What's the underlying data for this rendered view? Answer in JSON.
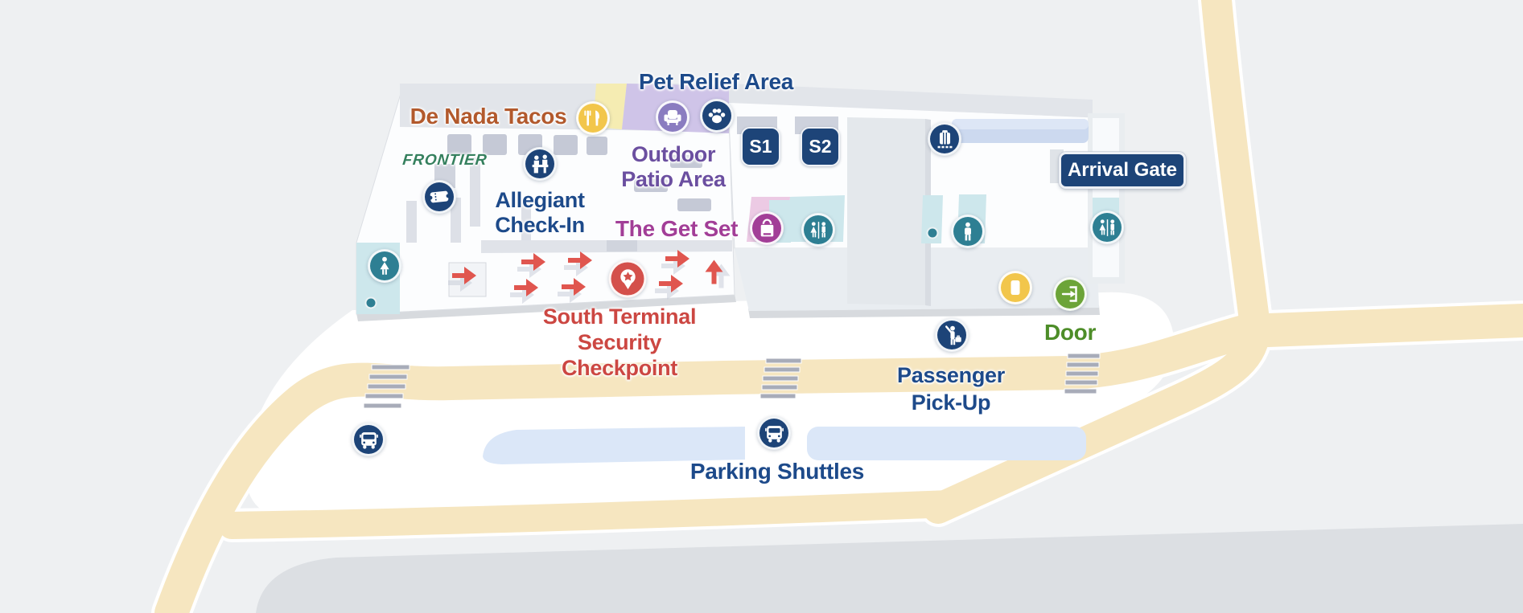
{
  "labels": {
    "pet_relief_area": "Pet Relief Area",
    "de_nada_tacos": "De Nada Tacos",
    "frontier_logo": "FRONTIER",
    "allegiant_line1": "Allegiant",
    "allegiant_line2": "Check-In",
    "outdoor_patio_line1": "Outdoor",
    "outdoor_patio_line2": "Patio Area",
    "the_get_set": "The Get Set",
    "security_line1": "South Terminal",
    "security_line2": "Security",
    "security_line3": "Checkpoint",
    "arrival_gate": "Arrival Gate",
    "door": "Door",
    "passenger_pickup_line1": "Passenger",
    "passenger_pickup_line2": "Pick-Up",
    "parking_shuttles": "Parking Shuttles",
    "gate_s1": "S1",
    "gate_s2": "S2"
  },
  "colors": {
    "background": "#eef0f2",
    "road": "#f6e6c0",
    "building_floor": "#fcfdfe",
    "building_wall": "#e2e5ea",
    "marker_navy": "#1d4478",
    "marker_teal": "#2e7f93",
    "marker_magenta": "#a23e97",
    "marker_purple": "#8a7cc0",
    "marker_yellow": "#f2c64b",
    "marker_green": "#6ca438",
    "marker_red": "#d4504b",
    "arrow_red": "#e0564f",
    "label_navy": "#1d4a8a",
    "label_red": "#cc4742",
    "label_violet": "#6b4fa0",
    "label_green": "#4d8d28",
    "label_brown": "#b2592c",
    "frontier_green": "#35805e",
    "shuttle_lane": "#dbe7f8",
    "pet_relief_patch": "#cfc4e8",
    "get_set_patch": "#eccae4",
    "restroom_patch": "#cde7ec"
  },
  "markers": [
    {
      "id": "restaurant",
      "icon": "utensils-icon",
      "color": "#f2c64b"
    },
    {
      "id": "patio-seating",
      "icon": "armchair-icon",
      "color": "#8a7cc0"
    },
    {
      "id": "pet-relief",
      "icon": "paw-icon",
      "color": "#1d4478"
    },
    {
      "id": "check-in-desk",
      "icon": "check-in-desk-icon",
      "color": "#1d4478"
    },
    {
      "id": "ticketing",
      "icon": "ticket-icon",
      "color": "#1d4478"
    },
    {
      "id": "shopping",
      "icon": "shopping-bag-icon",
      "color": "#a23e97"
    },
    {
      "id": "restroom-unisex-terminal",
      "icon": "restroom-icon",
      "color": "#2e7f93"
    },
    {
      "id": "restroom-unisex-arrivals",
      "icon": "restroom-icon",
      "color": "#2e7f93"
    },
    {
      "id": "restroom-men",
      "icon": "man-icon",
      "color": "#2e7f93"
    },
    {
      "id": "restroom-women",
      "icon": "woman-icon",
      "color": "#2e7f93"
    },
    {
      "id": "baggage-claim",
      "icon": "baggage-icon",
      "color": "#1d4478"
    },
    {
      "id": "passenger-pickup",
      "icon": "pickup-icon",
      "color": "#1d4478"
    },
    {
      "id": "shuttle-stop-west",
      "icon": "bus-icon",
      "color": "#1d4478"
    },
    {
      "id": "shuttle-stop-center",
      "icon": "bus-icon",
      "color": "#1d4478"
    },
    {
      "id": "door-location",
      "icon": "door-icon",
      "color": "#f2c64b"
    },
    {
      "id": "entrance",
      "icon": "enter-icon",
      "color": "#6ca438"
    },
    {
      "id": "security-checkpoint",
      "icon": "map-pin-star-icon",
      "color": "#d4504b"
    }
  ]
}
